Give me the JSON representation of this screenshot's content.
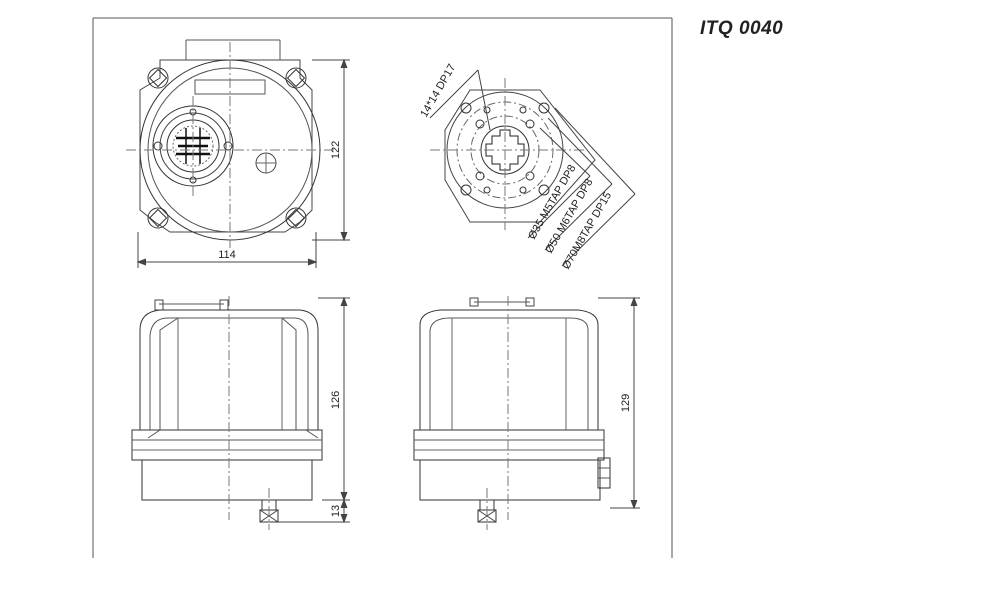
{
  "model": "ITQ 0040",
  "dimensions": {
    "top_height": "122",
    "top_width": "114",
    "body_height": "126",
    "shaft_length": "13",
    "side_height": "129"
  },
  "flange": {
    "square_bore": "14*14 DP17",
    "pcd_small": "Ø35 M5TAP DP8",
    "pcd_mid": "Ø50 M6TAP DP8",
    "pcd_large": "Ø70M8TAP DP15"
  }
}
